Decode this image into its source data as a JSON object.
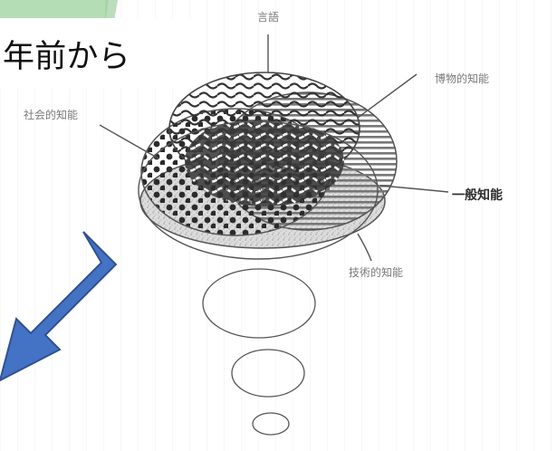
{
  "caption": {
    "text": "年前から"
  },
  "labels": {
    "language": "言語",
    "natural_history": "博物的知能",
    "social": "社会的知能",
    "general": "一般知能",
    "technical": "技術的知能"
  },
  "colors": {
    "arrow": "#4472c4",
    "arrow_border": "#2f528f",
    "green_tab": "#b4ddb6",
    "line": "#555555",
    "fill_dark": "#3a3a3a"
  },
  "icons": {
    "arrow": "arrow-down-left-icon"
  }
}
